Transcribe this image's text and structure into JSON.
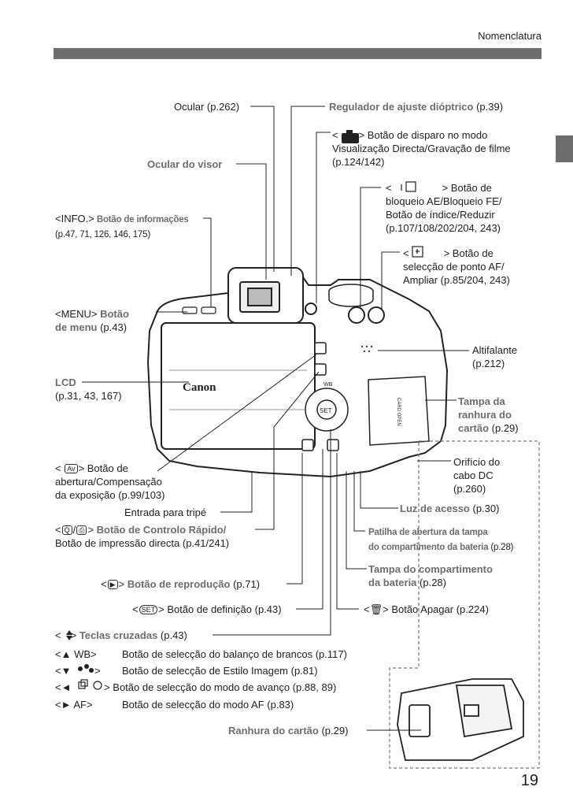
{
  "header": {
    "title": "Nomenclatura"
  },
  "page_number": "19",
  "callouts": {
    "ocular": "Ocular (p.262)",
    "ocular_visor": "Ocular do visor",
    "regulador": "Regulador de ajuste dióptrico",
    "regulador_ref": " (p.39)",
    "disparo_1": "> Botão de disparo no modo",
    "disparo_2": "Visualização Directa/Gravação de filme",
    "disparo_3": "(p.124/142)",
    "bloqueio_1": "> Botão de",
    "bloqueio_2": "bloqueio AE/Bloqueio FE/",
    "bloqueio_3": "Botão de índice/Reduzir",
    "bloqueio_4": "(p.107/108/202/204, 243)",
    "af_point_1": "> Botão de",
    "af_point_2": "selecção de ponto AF/",
    "af_point_3": "Ampliar (p.85/204, 243)",
    "info_key": "<INFO.>",
    "info_label": " Botão de informações",
    "info_ref": "(p.47, 71, 126, 146, 175)",
    "menu_key": "<MENU>",
    "menu_label_1": " Botão",
    "menu_label_2": "de menu",
    "menu_ref": " (p.43)",
    "altifalante_1": "Altifalante",
    "altifalante_2": "(p.212)",
    "lcd_1": "LCD",
    "lcd_2": "(p.31, 43, 167)",
    "tampa_ranhura_1": "Tampa da",
    "tampa_ranhura_2": "ranhura do",
    "tampa_ranhura_3": "cartão",
    "tampa_ranhura_ref": " (p.29)",
    "abertura_1": "> Botão de",
    "abertura_2": "abertura/Compensação",
    "abertura_3": "da exposição (p.99/103)",
    "cabo_1": "Orifício do",
    "cabo_2": "cabo DC",
    "cabo_3": "(p.260)",
    "tripe": "Entrada para tripé",
    "luz": "Luz de acesso",
    "luz_ref": " (p.30)",
    "controlo_label": "> Botão de Controlo Rápido/",
    "controlo_2": "Botão de impressão directa (p.41/241)",
    "patilha_1": "Patilha de abertura da tampa",
    "patilha_2": "do compartimento da bateria",
    "patilha_ref": " (p.28)",
    "tampa_bat_1": "Tampa do compartimento",
    "tampa_bat_2": "da bateria",
    "tampa_bat_ref": " (p.28)",
    "reproducao": "> Botão de reprodução",
    "reproducao_ref": " (p.71)",
    "definicao": "> Botão de definição (p.43)",
    "apagar": "> Botão Apagar (p.224)",
    "teclas": "Teclas cruzadas",
    "teclas_ref": " (p.43)",
    "wb_key": "<▲ WB>",
    "wb_desc": "Botão de selecção do balanço de brancos (p.117)",
    "estilo_key": "<▼ ",
    "estilo_desc": "Botão de selecção de Estilo Imagem (p.81)",
    "avanco_key": "<◄ ",
    "avanco_desc": "> Botão de selecção do modo de avanço (p.88, 89)",
    "af_key": "<► AF>",
    "af_desc": "Botão de selecção do modo AF (p.83)",
    "ranhura": "Ranhura do cartão",
    "ranhura_ref": " (p.29)"
  },
  "camera": {
    "brand": "Canon",
    "wb_label": "WB",
    "set_label": "SET",
    "card_open": "CARD OPEN"
  }
}
